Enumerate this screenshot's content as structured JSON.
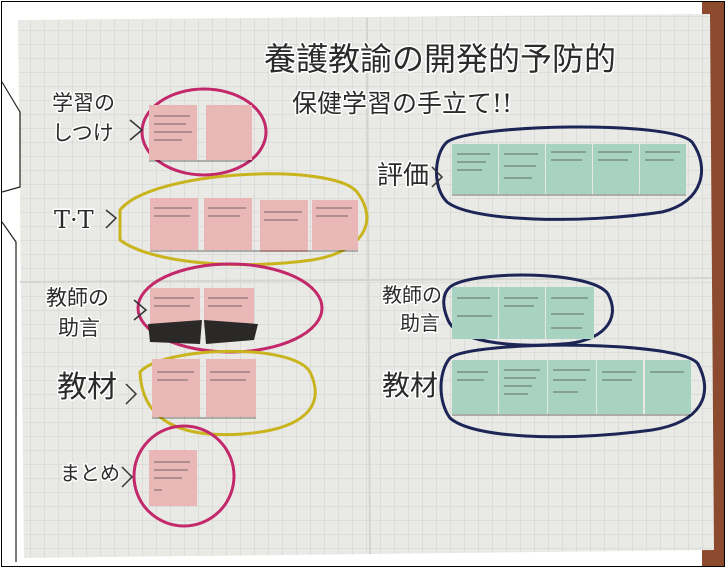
{
  "title": {
    "line1": "養護教諭の開発的予防的",
    "line2": "保健学習の手立て!!"
  },
  "labels": {
    "learning_discipline": [
      "学習の",
      "しつけ"
    ],
    "tt": "T·T",
    "teacher_advice_left": [
      "教師の",
      "助言"
    ],
    "materials_left": "教材",
    "summary": "まとめ",
    "evaluation": "評価",
    "teacher_advice_right": [
      "教師の",
      "助言"
    ],
    "materials_right": "教材"
  },
  "colors": {
    "board": "#e9e9e6",
    "grid": "#c9c9c9",
    "pink_note": "#e9b7b6",
    "green_note": "#a8d3c2",
    "ring_magenta": "#c2286a",
    "ring_yellow": "#c9b41e",
    "ring_navy": "#1c2555",
    "dark_strip": "#2b2828",
    "wall": "#8c4a2f"
  }
}
